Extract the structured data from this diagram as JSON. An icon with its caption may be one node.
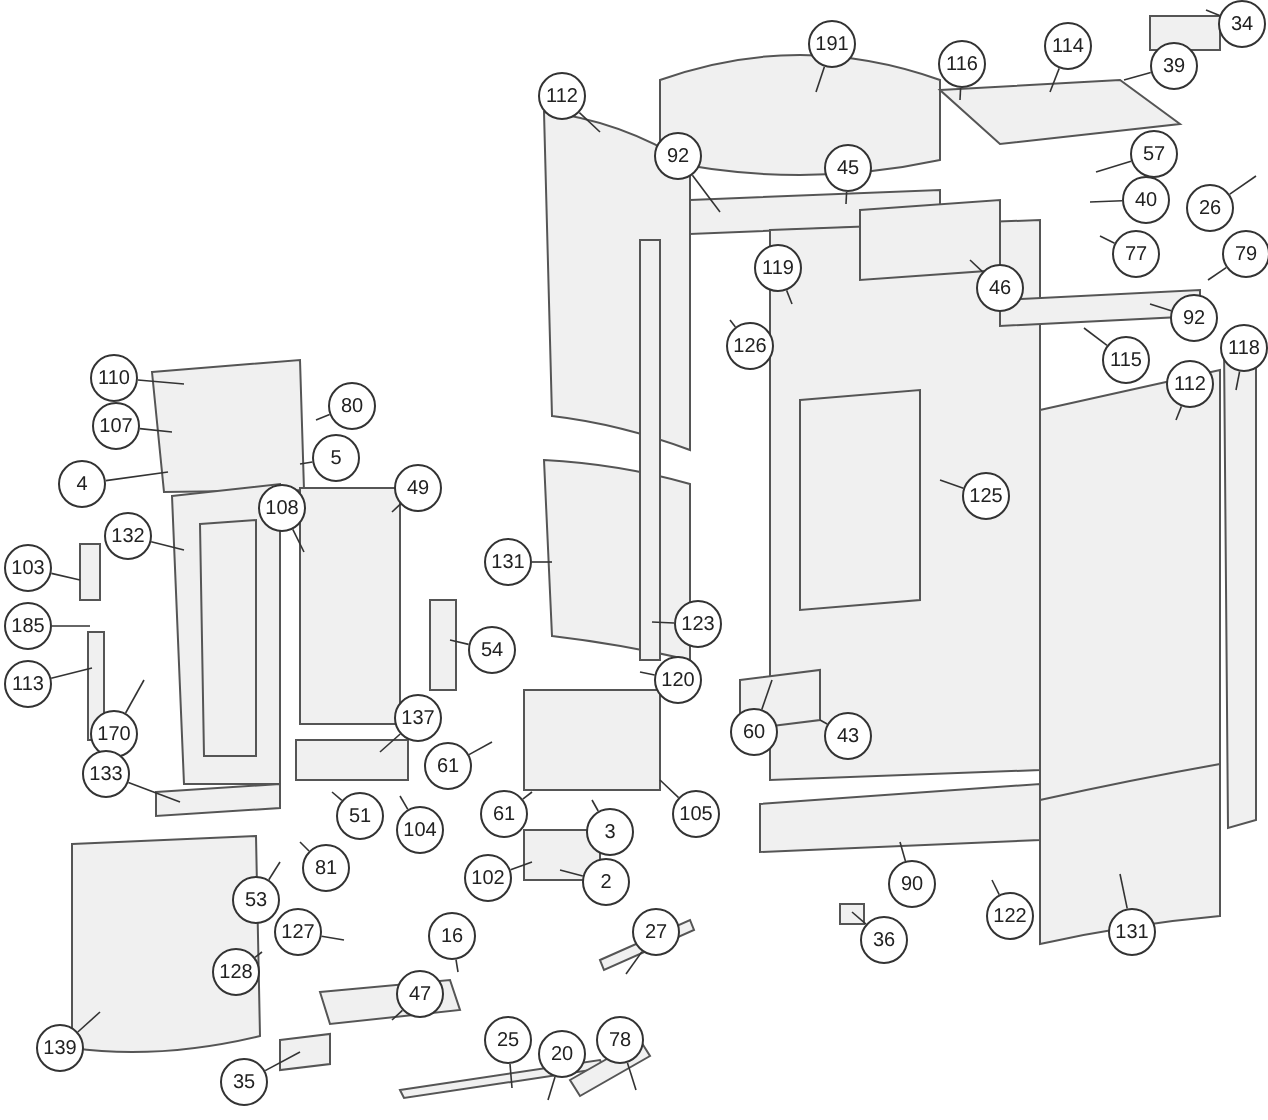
{
  "diagram": {
    "nodes": [
      {
        "text": [
          "34"
        ]
      },
      {
        "text": [
          "191"
        ]
      },
      {
        "text": [
          "114"
        ]
      },
      {
        "text": [
          "116"
        ]
      },
      {
        "text": [
          "39"
        ]
      },
      {
        "text": [
          "112"
        ]
      },
      {
        "text": [
          "92"
        ]
      },
      {
        "text": [
          "45"
        ]
      },
      {
        "text": [
          "57"
        ]
      },
      {
        "text": [
          "40"
        ]
      },
      {
        "text": [
          "26"
        ]
      },
      {
        "text": [
          "77"
        ]
      },
      {
        "text": [
          "79"
        ]
      },
      {
        "text": [
          "119"
        ]
      },
      {
        "text": [
          "46"
        ]
      },
      {
        "text": [
          "126"
        ]
      },
      {
        "text": [
          "92"
        ]
      },
      {
        "text": [
          "115"
        ]
      },
      {
        "text": [
          "112"
        ]
      },
      {
        "text": [
          "118"
        ]
      },
      {
        "text": [
          "110"
        ]
      },
      {
        "text": [
          "107"
        ]
      },
      {
        "text": [
          "80"
        ]
      },
      {
        "text": [
          "5"
        ]
      },
      {
        "text": [
          "4"
        ]
      },
      {
        "text": [
          "49"
        ]
      },
      {
        "text": [
          "132"
        ]
      },
      {
        "text": [
          "108"
        ]
      },
      {
        "text": [
          "103"
        ]
      },
      {
        "text": [
          "185"
        ]
      },
      {
        "text": [
          "113"
        ]
      },
      {
        "text": [
          "170"
        ]
      },
      {
        "text": [
          "131"
        ]
      },
      {
        "text": [
          "123"
        ]
      },
      {
        "text": [
          "54"
        ]
      },
      {
        "text": [
          "120"
        ]
      },
      {
        "text": [
          "125"
        ]
      },
      {
        "text": [
          "60"
        ]
      },
      {
        "text": [
          "43"
        ]
      },
      {
        "text": [
          "137"
        ]
      },
      {
        "text": [
          "61"
        ]
      },
      {
        "text": [
          "51"
        ]
      },
      {
        "text": [
          "104"
        ]
      },
      {
        "text": [
          "61"
        ]
      },
      {
        "text": [
          "105"
        ]
      },
      {
        "text": [
          "3"
        ]
      },
      {
        "text": [
          "133"
        ]
      },
      {
        "text": [
          "81"
        ]
      },
      {
        "text": [
          "53"
        ]
      },
      {
        "text": [
          "127"
        ]
      },
      {
        "text": [
          "102"
        ]
      },
      {
        "text": [
          "2"
        ]
      },
      {
        "text": [
          "90"
        ]
      },
      {
        "text": [
          "36"
        ]
      },
      {
        "text": [
          "122"
        ]
      },
      {
        "text": [
          "131"
        ]
      },
      {
        "text": [
          "139"
        ]
      },
      {
        "text": [
          "128"
        ]
      },
      {
        "text": [
          "16"
        ]
      },
      {
        "text": [
          "47"
        ]
      },
      {
        "text": [
          "27"
        ]
      },
      {
        "text": [
          "25"
        ]
      },
      {
        "text": [
          "20"
        ]
      },
      {
        "text": [
          "78"
        ]
      },
      {
        "text": [
          "35"
        ]
      }
    ],
    "edges": [
      {
        "from": 0,
        "to": null,
        "arrow": "none"
      },
      {
        "from": 1,
        "to": null,
        "arrow": "none"
      },
      {
        "from": 2,
        "to": null,
        "arrow": "none"
      },
      {
        "from": 3,
        "to": null,
        "arrow": "none"
      },
      {
        "from": 4,
        "to": null,
        "arrow": "none"
      },
      {
        "from": 5,
        "to": null,
        "arrow": "none"
      },
      {
        "from": 6,
        "to": null,
        "arrow": "none"
      },
      {
        "from": 7,
        "to": null,
        "arrow": "none"
      },
      {
        "from": 8,
        "to": null,
        "arrow": "none"
      },
      {
        "from": 9,
        "to": null,
        "arrow": "none"
      },
      {
        "from": 10,
        "to": null,
        "arrow": "none"
      },
      {
        "from": 11,
        "to": null,
        "arrow": "none"
      },
      {
        "from": 12,
        "to": null,
        "arrow": "none"
      },
      {
        "from": 13,
        "to": null,
        "arrow": "none"
      },
      {
        "from": 14,
        "to": null,
        "arrow": "none"
      },
      {
        "from": 15,
        "to": null,
        "arrow": "none"
      },
      {
        "from": 16,
        "to": null,
        "arrow": "none"
      },
      {
        "from": 17,
        "to": null,
        "arrow": "none"
      },
      {
        "from": 18,
        "to": null,
        "arrow": "none"
      },
      {
        "from": 19,
        "to": null,
        "arrow": "none"
      },
      {
        "from": 20,
        "to": null,
        "arrow": "none"
      },
      {
        "from": 21,
        "to": null,
        "arrow": "none"
      },
      {
        "from": 22,
        "to": null,
        "arrow": "none"
      },
      {
        "from": 23,
        "to": null,
        "arrow": "none"
      },
      {
        "from": 24,
        "to": null,
        "arrow": "none"
      },
      {
        "from": 25,
        "to": null,
        "arrow": "none"
      },
      {
        "from": 26,
        "to": null,
        "arrow": "none"
      },
      {
        "from": 27,
        "to": null,
        "arrow": "none"
      },
      {
        "from": 28,
        "to": null,
        "arrow": "none"
      },
      {
        "from": 29,
        "to": null,
        "arrow": "none"
      },
      {
        "from": 30,
        "to": null,
        "arrow": "none"
      },
      {
        "from": 31,
        "to": null,
        "arrow": "none"
      },
      {
        "from": 32,
        "to": null,
        "arrow": "none"
      },
      {
        "from": 33,
        "to": null,
        "arrow": "none"
      },
      {
        "from": 34,
        "to": null,
        "arrow": "none"
      },
      {
        "from": 35,
        "to": null,
        "arrow": "none"
      },
      {
        "from": 36,
        "to": null,
        "arrow": "none"
      },
      {
        "from": 37,
        "to": null,
        "arrow": "none"
      },
      {
        "from": 38,
        "to": null,
        "arrow": "none"
      },
      {
        "from": 39,
        "to": null,
        "arrow": "none"
      },
      {
        "from": 40,
        "to": null,
        "arrow": "none"
      },
      {
        "from": 41,
        "to": null,
        "arrow": "none"
      },
      {
        "from": 42,
        "to": null,
        "arrow": "none"
      },
      {
        "from": 43,
        "to": null,
        "arrow": "none"
      },
      {
        "from": 44,
        "to": null,
        "arrow": "none"
      },
      {
        "from": 45,
        "to": null,
        "arrow": "none"
      },
      {
        "from": 46,
        "to": null,
        "arrow": "none"
      },
      {
        "from": 47,
        "to": null,
        "arrow": "none"
      },
      {
        "from": 48,
        "to": null,
        "arrow": "none"
      },
      {
        "from": 49,
        "to": null,
        "arrow": "none"
      },
      {
        "from": 50,
        "to": null,
        "arrow": "none"
      },
      {
        "from": 51,
        "to": null,
        "arrow": "none"
      },
      {
        "from": 52,
        "to": null,
        "arrow": "none"
      },
      {
        "from": 53,
        "to": null,
        "arrow": "none"
      },
      {
        "from": 54,
        "to": null,
        "arrow": "none"
      },
      {
        "from": 55,
        "to": null,
        "arrow": "none"
      },
      {
        "from": 56,
        "to": null,
        "arrow": "none"
      },
      {
        "from": 57,
        "to": null,
        "arrow": "none"
      },
      {
        "from": 58,
        "to": null,
        "arrow": "none"
      },
      {
        "from": 59,
        "to": null,
        "arrow": "none"
      },
      {
        "from": 60,
        "to": null,
        "arrow": "none"
      },
      {
        "from": 61,
        "to": null,
        "arrow": "none"
      },
      {
        "from": 62,
        "to": null,
        "arrow": "none"
      },
      {
        "from": 63,
        "to": null,
        "arrow": "none"
      },
      {
        "from": 64,
        "to": null,
        "arrow": "none"
      }
    ]
  }
}
